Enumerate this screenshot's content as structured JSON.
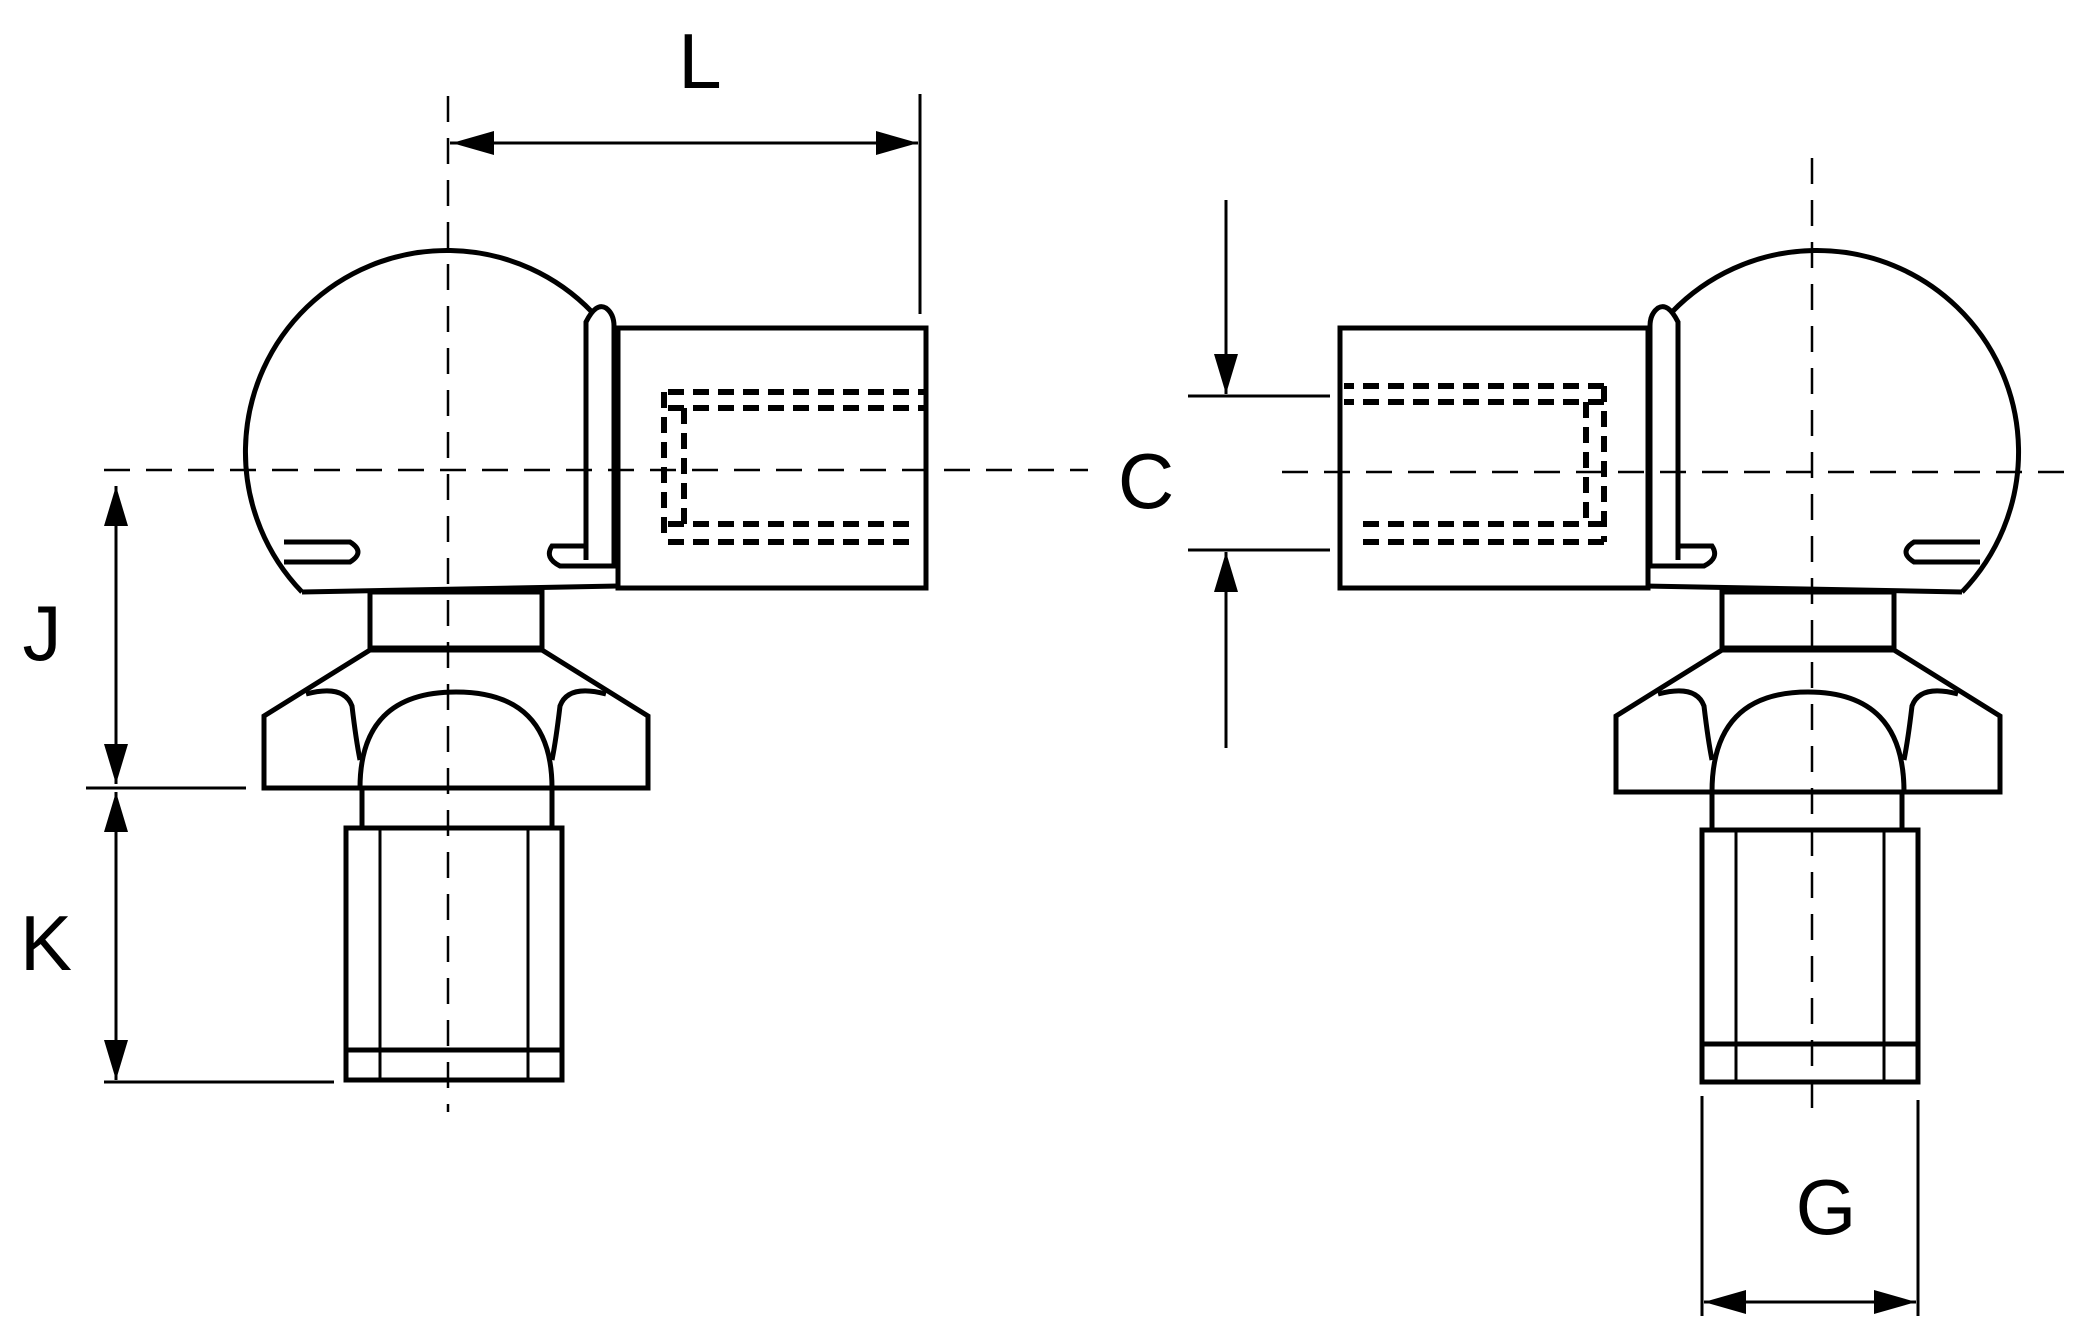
{
  "labels": {
    "L": "L",
    "C": "C",
    "J": "J",
    "K": "K",
    "G": "G"
  },
  "colors": {
    "line": "#000000",
    "background": "#ffffff"
  }
}
